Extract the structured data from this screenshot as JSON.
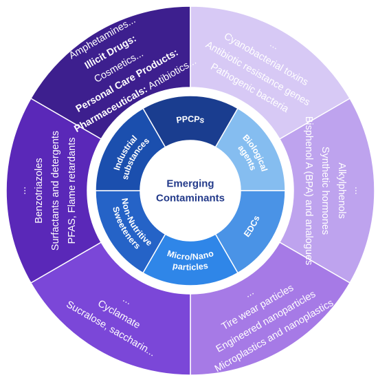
{
  "center": {
    "line1": "Emerging",
    "line2": "Contaminants"
  },
  "inner": [
    {
      "id": "ppcps",
      "lines": [
        "PPCPs"
      ],
      "color": "#1a3d8f"
    },
    {
      "id": "bio",
      "lines": [
        "Biological",
        "agents"
      ],
      "color": "#85bdf0"
    },
    {
      "id": "edcs",
      "lines": [
        "EDCs"
      ],
      "color": "#4a93e6"
    },
    {
      "id": "micro",
      "lines": [
        "Micro/Nano",
        "particles"
      ],
      "color": "#2f86e8"
    },
    {
      "id": "nns",
      "lines": [
        "Non-Nutritive",
        "Sweeteners"
      ],
      "color": "#2563c7"
    },
    {
      "id": "ind",
      "lines": [
        "Industrial",
        "substances"
      ],
      "color": "#1b4fae"
    }
  ],
  "outer": [
    {
      "id": "ppcps",
      "color": "#3d1f8e",
      "lines": [
        [
          {
            "t": "Pharmaceuticals: ",
            "b": true
          },
          {
            "t": "Antibiotics...",
            "b": false
          }
        ],
        [
          {
            "t": "Personal Care Products:",
            "b": true
          }
        ],
        [
          {
            "t": "Cosmetics...",
            "b": false
          }
        ],
        [
          {
            "t": "Illicit Drugs:",
            "b": true
          }
        ],
        [
          {
            "t": "Amphetamines...",
            "b": false
          }
        ]
      ]
    },
    {
      "id": "bio",
      "color": "#d7c9f5",
      "lines": [
        [
          {
            "t": "Pathogenic bacteria",
            "b": false
          }
        ],
        [
          {
            "t": "Antibiotic resistance genes",
            "b": false
          }
        ],
        [
          {
            "t": "Cyanobacterial toxins",
            "b": false
          }
        ],
        [
          {
            "t": "...",
            "b": false
          }
        ]
      ]
    },
    {
      "id": "edcs",
      "color": "#bea3ee",
      "lines": [
        [
          {
            "t": "Bisphenol A (BPA) and analogues",
            "b": false
          }
        ],
        [
          {
            "t": "Synthetic hormones",
            "b": false
          }
        ],
        [
          {
            "t": "Alkylphenols",
            "b": false
          }
        ],
        [
          {
            "t": "...",
            "b": false
          }
        ]
      ]
    },
    {
      "id": "micro",
      "color": "#a67ae6",
      "lines": [
        [
          {
            "t": "Microplastics and nanoplastics",
            "b": false
          }
        ],
        [
          {
            "t": "Engineered nanoparticles",
            "b": false
          }
        ],
        [
          {
            "t": "Tire wear particles",
            "b": false
          }
        ],
        [
          {
            "t": "...",
            "b": false
          }
        ]
      ]
    },
    {
      "id": "nns",
      "color": "#7b47d8",
      "lines": [
        [
          {
            "t": "Sucralose, saccharin...",
            "b": false
          }
        ],
        [
          {
            "t": "Cyclamate",
            "b": false
          }
        ],
        [
          {
            "t": "...",
            "b": false
          }
        ]
      ]
    },
    {
      "id": "ind",
      "color": "#5a28b8",
      "lines": [
        [
          {
            "t": "PFAS, Flame retardants",
            "b": false
          }
        ],
        [
          {
            "t": "Surfactants and detergents",
            "b": false
          }
        ],
        [
          {
            "t": "Benzotriazoles",
            "b": false
          }
        ],
        [
          {
            "t": "...",
            "b": false
          }
        ]
      ]
    }
  ],
  "colors": {
    "center_fill": "#ffffff",
    "center_text": "#233a8a",
    "white_ring": "#ffffff",
    "gap": "#ffffff"
  }
}
